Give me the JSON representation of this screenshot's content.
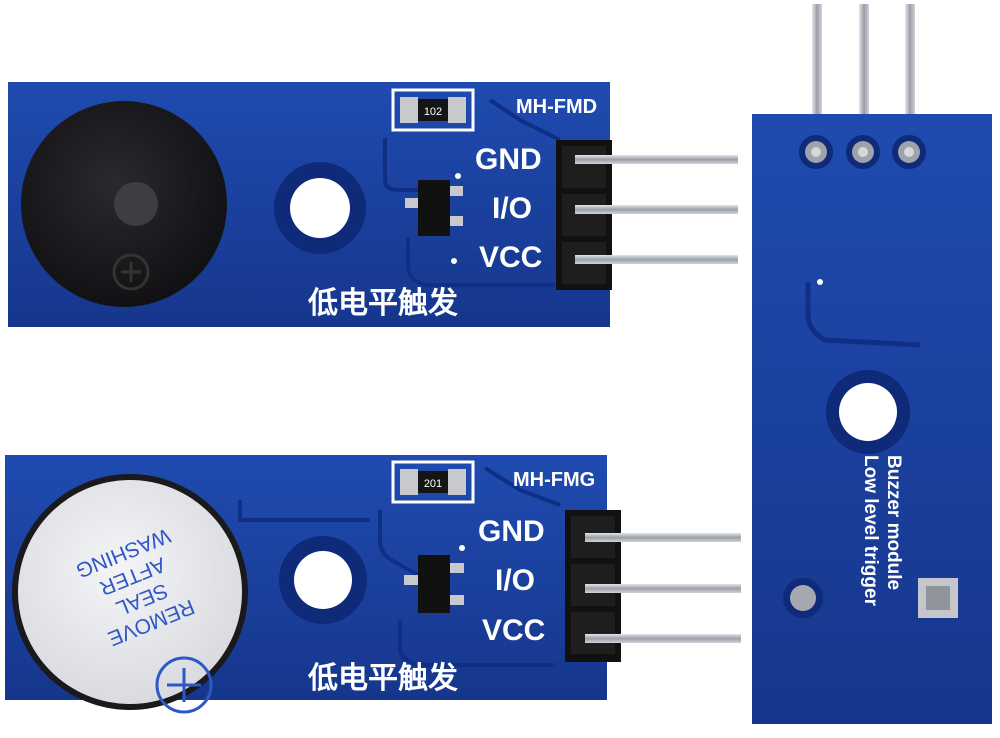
{
  "top_module": {
    "model": "MH-FMD",
    "resistor_code": "102",
    "pins": [
      "GND",
      "I/O",
      "VCC"
    ],
    "trigger_cn": "低电平触发"
  },
  "bottom_module": {
    "model": "MH-FMG",
    "resistor_code": "201",
    "pins": [
      "GND",
      "I/O",
      "VCC"
    ],
    "trigger_cn": "低电平触发",
    "buzzer_sticker": [
      "REMOVE",
      "SEAL",
      "AFTER",
      "WASHING"
    ]
  },
  "back_module": {
    "label_line1": "Buzzer module",
    "label_line2": "Low level trigger"
  },
  "colors": {
    "pcb_blue": "#1a3f9c",
    "pcb_dark": "#0e2a78",
    "silkscreen": "#ffffff",
    "buzzer_black": "#1b1b1f",
    "header_black": "#111111",
    "pin_silver": "#b9bcc2"
  }
}
